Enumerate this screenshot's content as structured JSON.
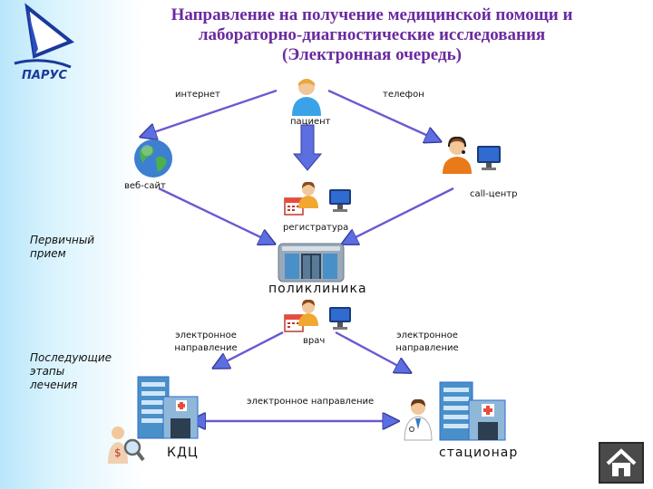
{
  "title": {
    "line1": "Направление на получение медицинской помощи и",
    "line2": "лабораторно-диагностические исследования",
    "line3": "(Электронная очередь)"
  },
  "logo": {
    "text": "ПАРУС",
    "icon": "sail-logo"
  },
  "channels": {
    "internet": "интернет",
    "phone": "телефон"
  },
  "nodes": {
    "patient": "пациент",
    "website": "веб-сайт",
    "call_center": "call-центр",
    "registry": "регистратура",
    "polyclinic": "поликлиника",
    "doctor": "врач",
    "kdc": "КДЦ",
    "hospital": "стационар"
  },
  "edges": {
    "ereferral_left": "электронное направление",
    "ereferral_right": "электронное направление",
    "ereferral_bottom": "электронное направление"
  },
  "stages": {
    "primary": "Первичный прием",
    "followup": "Последующие этапы лечения"
  },
  "colors": {
    "title": "#6b2aa0",
    "arrow": "#6a5ad0",
    "arrow_fill": "#5b6fe0"
  },
  "nav": {
    "icon": "home-icon"
  }
}
